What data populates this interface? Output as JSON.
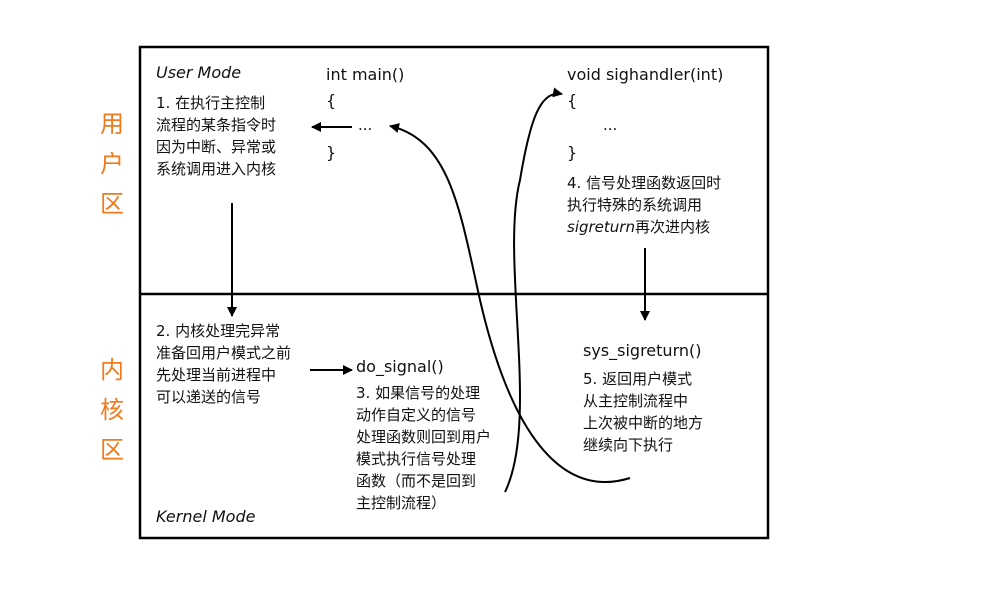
{
  "side_labels": {
    "user_zone": "用户区",
    "kernel_zone": "内核区"
  },
  "user_mode": {
    "label": "User Mode",
    "step1": "1. 在执行主控制\n流程的某条指令时\n因为中断、异常或\n系统调用进入内核",
    "main_code": "int main()\n{\n\n}",
    "main_ellipsis": "...",
    "handler_code": "void sighandler(int)\n{\n\n}",
    "handler_ellipsis": "...",
    "step4_a": "4. 信号处理函数返回时\n执行特殊的系统调用",
    "step4_b_italic": "sigreturn",
    "step4_b_rest": "再次进内核"
  },
  "kernel_mode": {
    "label": "Kernel Mode",
    "step2": "2. 内核处理完异常\n准备回用户模式之前\n先处理当前进程中\n可以递送的信号",
    "do_signal": "do_signal()",
    "step3": "3. 如果信号的处理\n动作自定义的信号\n处理函数则回到用户\n模式执行信号处理\n函数（而不是回到\n主控制流程）",
    "sys_sigreturn": "sys_sigreturn()",
    "step5": "5. 返回用户模式\n从主控制流程中\n上次被中断的地方\n继续向下执行"
  }
}
